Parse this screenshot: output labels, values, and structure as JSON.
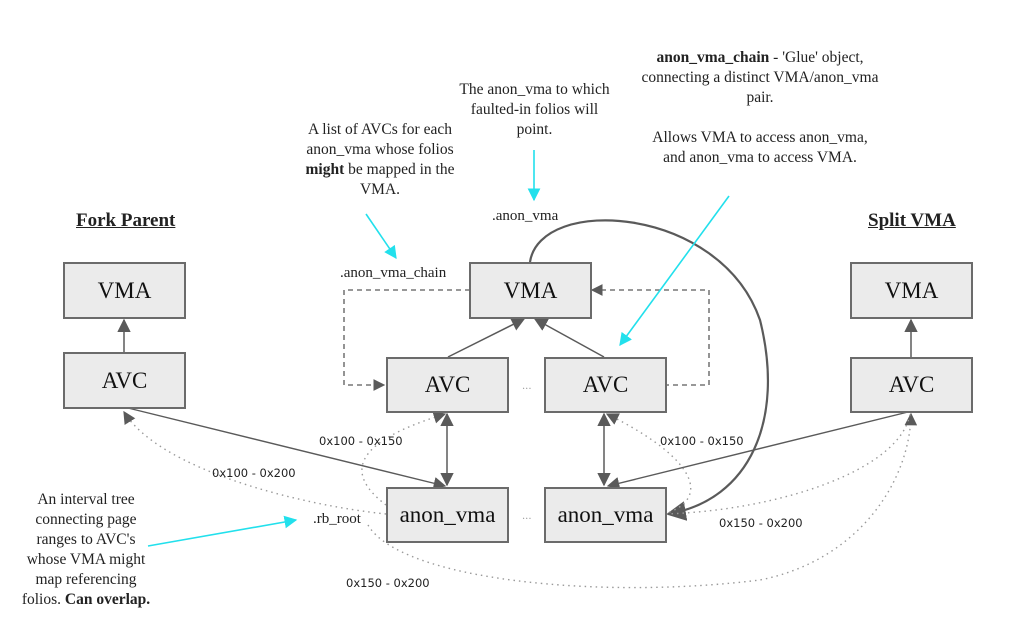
{
  "sections": {
    "fork_parent": {
      "title": "Fork Parent",
      "vma": "VMA",
      "avc": "AVC"
    },
    "split_vma": {
      "title": "Split VMA",
      "vma": "VMA",
      "avc": "AVC"
    },
    "center": {
      "vma": "VMA",
      "avc_left": "AVC",
      "avc_right": "AVC",
      "anon_vma_left": "anon_vma",
      "anon_vma_right": "anon_vma",
      "ellipsis_avc": "...",
      "ellipsis_anon_vma": "..."
    }
  },
  "field_labels": {
    "anon_vma": ".anon_vma",
    "anon_vma_chain": ".anon_vma_chain",
    "rb_root": ".rb_root"
  },
  "ranges": {
    "fork_to_left": "0x100 - 0x200",
    "center_left": "0x100 - 0x150",
    "center_right": "0x100 - 0x150",
    "split_right": "0x150 - 0x200",
    "bottom": "0x150 - 0x200"
  },
  "notes": {
    "anon_vma_chain_list": {
      "pre": "A list of AVCs for each anon_vma whose folios ",
      "bold": "might",
      "post": " be mapped in the VMA."
    },
    "anon_vma_target": "The anon_vma to which faulted-in folios will point.",
    "glue": {
      "bold": "anon_vma_chain",
      "line1": " - 'Glue' object, connecting a distinct VMA/anon_vma pair.",
      "line2": "Allows VMA to access anon_vma, and anon_vma to access VMA."
    },
    "interval_tree": {
      "pre": "An interval tree connecting page ranges to AVC's whose VMA might map referencing folios. ",
      "bold": "Can overlap."
    }
  },
  "colors": {
    "box_fill": "#ebebeb",
    "box_border": "#6b6b6b",
    "arrow": "#5a5a5a",
    "annotation_arrow": "#22e0ec",
    "dotted": "#9a9a9a"
  }
}
